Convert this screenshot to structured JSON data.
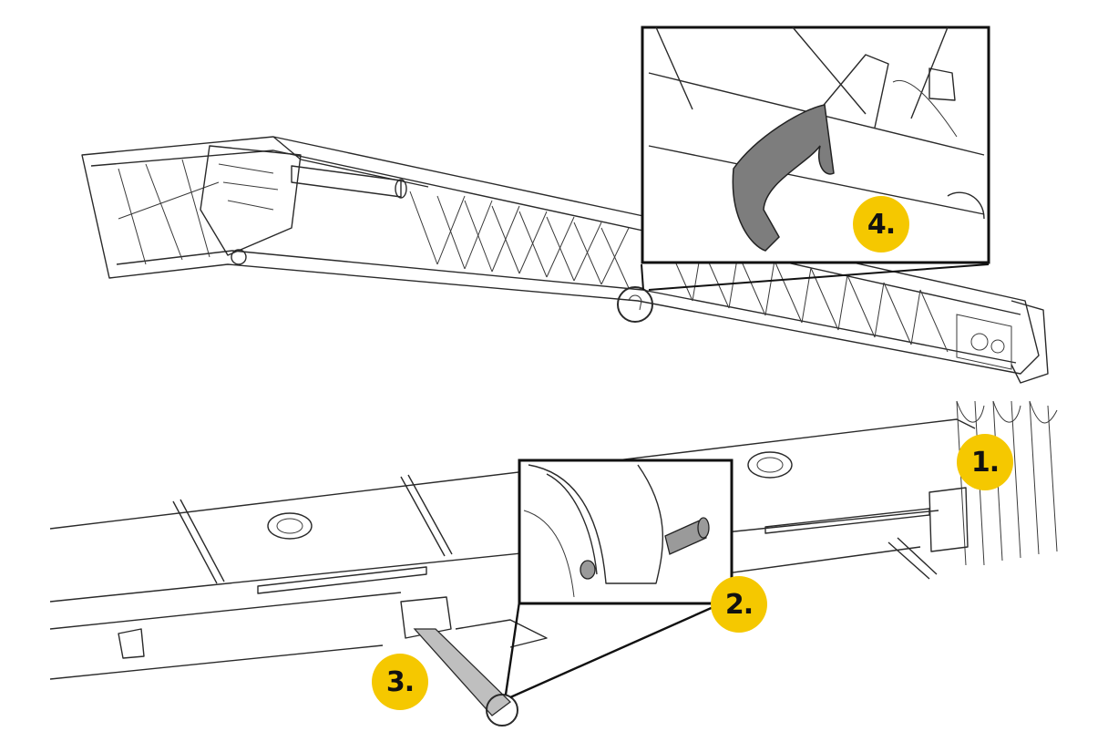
{
  "colors": {
    "callout_fill": "#F5C800",
    "callout_text": "#111111",
    "line": "#2a2a2a",
    "highlight_part": "#7d7d7d",
    "background": "#ffffff"
  },
  "callouts": [
    {
      "id": "1",
      "label": "1."
    },
    {
      "id": "2",
      "label": "2."
    },
    {
      "id": "3",
      "label": "3."
    },
    {
      "id": "4",
      "label": "4."
    }
  ],
  "icons": [
    "lattice-boom-drawing",
    "telescopic-boom-drawing",
    "hook-detail-inset",
    "pin-detail-inset"
  ]
}
